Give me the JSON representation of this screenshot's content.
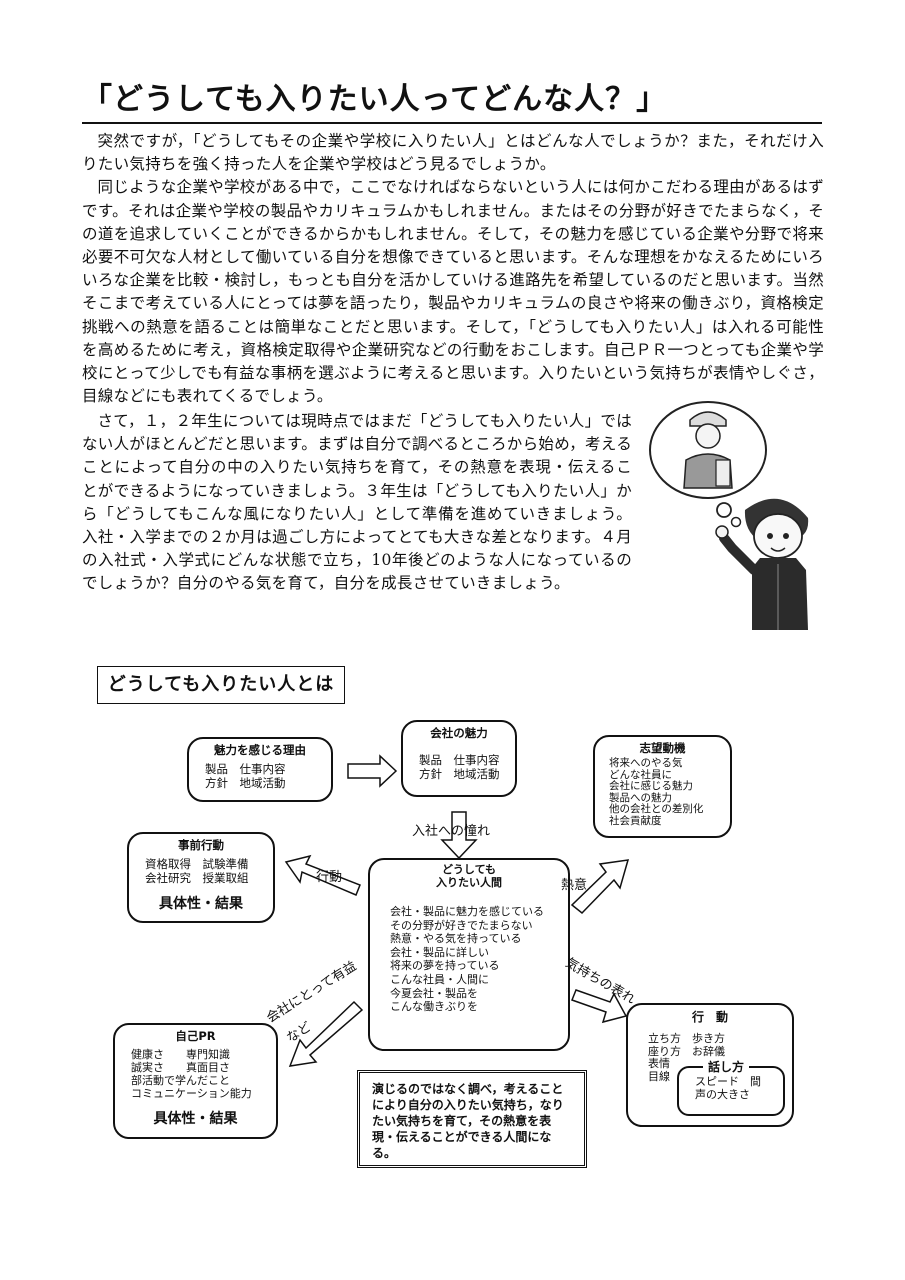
{
  "title": "「どうしても入りたい人ってどんな人？」",
  "paragraphs": [
    "突然ですが，「どうしてもその企業や学校に入りたい人」とはどんな人でしょうか？また，それだけ入りたい気持ちを強く持った人を企業や学校はどう見るでしょうか。",
    "同じような企業や学校がある中で，ここでなければならないという人には何かこだわる理由があるはずです。それは企業や学校の製品やカリキュラムかもしれません。またはその分野が好きでたまらなく，その道を追求していくことができるからかもしれません。そして，その魅力を感じている企業や分野で将来必要不可欠な人材として働いている自分を想像できていると思います。そんな理想をかなえるためにいろいろな企業を比較・検討し，もっとも自分を活かしていける進路先を希望しているのだと思います。当然そこまで考えている人にとっては夢を語ったり，製品やカリキュラムの良さや将来の働きぶり，資格検定挑戦への熱意を語ることは簡単なことだと思います。そして，「どうしても入りたい人」は入れる可能性を高めるために考え，資格検定取得や企業研究などの行動をおこします。自己ＰＲ一つとっても企業や学校にとって少しでも有益な事柄を選ぶように考えると思います。入りたいという気持ちが表情やしぐさ，目線などにも表れてくるでしょう。",
    "さて，１，２年生については現時点ではまだ「どうしても入りたい人」ではない人がほとんどだと思います。まずは自分で調べるところから始め，考えることによって自分の中の入りたい気持ちを育て，その熱意を表現・伝えることができるようになっていきましょう。３年生は「どうしても入りたい人」から「どうしてもこんな風になりたい人」として準備を進めていきましょう。入社・入学までの２か月は過ごし方によってとても大きな差となります。４月の入社式・入学式にどんな状態で立ち，10年後どのような人になっているのでしょうか？自分のやる気を育て，自分を成長させていきましょう。"
  ],
  "diagram": {
    "title": "どうしても入りたい人とは",
    "reason_box": {
      "head": "魅力を感じる理由",
      "lines": [
        "製品　仕事内容",
        "方針　地域活動"
      ]
    },
    "company_box": {
      "head": "会社の魅力",
      "lines": [
        "製品　仕事内容",
        "方針　地域活動"
      ]
    },
    "motive_box": {
      "head": "志望動機",
      "lines": [
        "将来へのやる気",
        "どんな社員に",
        "会社に感じる魅力",
        "製品への魅力",
        "他の会社との差別化",
        "社会貢献度"
      ]
    },
    "prep_box": {
      "head": "事前行動",
      "lines": [
        "資格取得　試験準備",
        "会社研究　授業取組"
      ],
      "result": "具体性・結果"
    },
    "center_box": {
      "head": "どうしても\n入りたい人間",
      "lines": [
        "会社・製品に魅力を感じている",
        "その分野が好きでたまらない",
        "熱意・やる気を持っている",
        "会社・製品に詳しい",
        "将来の夢を持っている",
        "こんな社員・人間に",
        "今夏会社・製品を",
        "こんな働きぶりを"
      ]
    },
    "pr_box": {
      "head": "自己PR",
      "lines": [
        "健康さ　　専門知識",
        "誠実さ　　真面目さ",
        "部活動で学んだこと",
        "コミュニケーション能力"
      ],
      "result": "具体性・結果"
    },
    "action_box": {
      "head": "行　動",
      "lines": [
        "立ち方　歩き方",
        "座り方　お辞儀",
        "表情",
        "目線"
      ]
    },
    "speech_box": {
      "head": "話し方",
      "lines": [
        "スピード　間",
        "声の大きさ"
      ]
    },
    "labels": {
      "longing": "入社への憧れ",
      "action": "行動",
      "passion": "熱意",
      "feeling": "気持ちの表れ",
      "useful_1": "会社にとって有益",
      "useful_2": "など"
    },
    "note": "演じるのではなく調べ，考えることにより自分の入りたい気持ち，なりたい気持ちを育て，その熱意を表現・伝えることができる人間になる。"
  }
}
